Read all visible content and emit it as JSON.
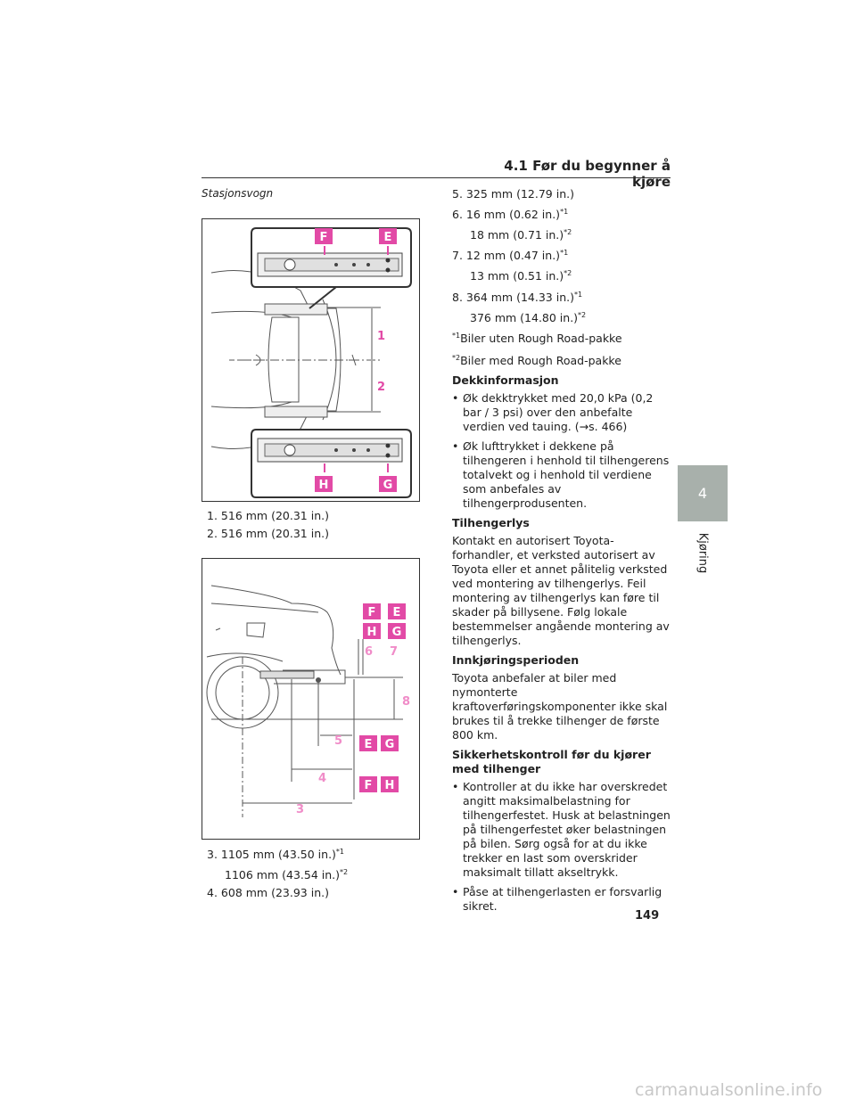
{
  "header": {
    "section_title": "4.1 Før du begynner å kjøre"
  },
  "figure1": {
    "caption": "Stasjonsvogn",
    "labels": {
      "F": "F",
      "E": "E",
      "H": "H",
      "G": "G",
      "d1": "1",
      "d2": "2"
    }
  },
  "measurements_left_1": [
    {
      "num": "1.",
      "value": "516 mm (20.31 in.)"
    },
    {
      "num": "2.",
      "value": "516 mm (20.31 in.)"
    }
  ],
  "figure2": {
    "labels": {
      "F": "F",
      "E": "E",
      "H": "H",
      "G": "G",
      "d3": "3",
      "d4": "4",
      "d5": "5",
      "d6": "6",
      "d7": "7",
      "d8": "8"
    }
  },
  "measurements_left_2": {
    "m3_num": "3.",
    "m3_value": "1105 mm (43.50 in.)",
    "m3_sup": "*1",
    "m3_alt": "1106 mm (43.54 in.)",
    "m3_alt_sup": "*2",
    "m4_num": "4.",
    "m4_value": "608 mm (23.93 in.)"
  },
  "measurements_right": {
    "m5_num": "5.",
    "m5_value": "325 mm (12.79 in.)",
    "m6_num": "6.",
    "m6_value": "16 mm (0.62 in.)",
    "m6_sup": "*1",
    "m6_alt": "18 mm (0.71 in.)",
    "m6_alt_sup": "*2",
    "m7_num": "7.",
    "m7_value": "12 mm (0.47 in.)",
    "m7_sup": "*1",
    "m7_alt": "13 mm (0.51 in.)",
    "m7_alt_sup": "*2",
    "m8_num": "8.",
    "m8_value": "364 mm (14.33 in.)",
    "m8_sup": "*1",
    "m8_alt": "376 mm (14.80 in.)",
    "m8_alt_sup": "*2"
  },
  "footnotes": {
    "f1_mark": "*1",
    "f1_text": "Biler uten Rough Road-pakke",
    "f2_mark": "*2",
    "f2_text": "Biler med Rough Road-pakke"
  },
  "dekkinfo": {
    "heading": "Dekkinformasjon",
    "b1": "Øk dekktrykket med 20,0 kPa (0,2 bar / 3 psi) over den anbefalte verdien ved tauing. (→s. 466)",
    "b2": "Øk lufttrykket i dekkene på tilhengeren i henhold til tilhengerens totalvekt og i henhold til verdiene som anbefales av tilhengerprodusenten."
  },
  "tilhengerlys": {
    "heading": "Tilhengerlys",
    "text": "Kontakt en autorisert Toyota-forhandler, et verksted autorisert av Toyota eller et annet pålitelig verksted ved montering av tilhengerlys. Feil montering av tilhengerlys kan føre til skader på billysene. Følg lokale bestemmelser angående montering av tilhengerlys."
  },
  "innkjoring": {
    "heading": "Innkjøringsperioden",
    "text": "Toyota anbefaler at biler med nymonterte kraftoverføringskomponenter ikke skal brukes til å trekke tilhenger de første 800 km."
  },
  "sikkerhet": {
    "heading": "Sikkerhetskontroll før du kjører med tilhenger",
    "b1": "Kontroller at du ikke har overskredet angitt maksimalbelastning for tilhengerfestet. Husk at belastningen på tilhengerfestet øker belastningen på bilen. Sørg også for at du ikke trekker en last som overskrider maksimalt tillatt akseltrykk.",
    "b2": "Påse at tilhengerlasten er forsvarlig sikret."
  },
  "side_tab": {
    "number": "4",
    "label": "Kjøring"
  },
  "page_number": "149",
  "watermark": "carmanualsonline.info",
  "colors": {
    "accent_pink": "#e24aa6",
    "dim_pink": "#f08cc8",
    "tab_gray": "#a8b0ab"
  }
}
